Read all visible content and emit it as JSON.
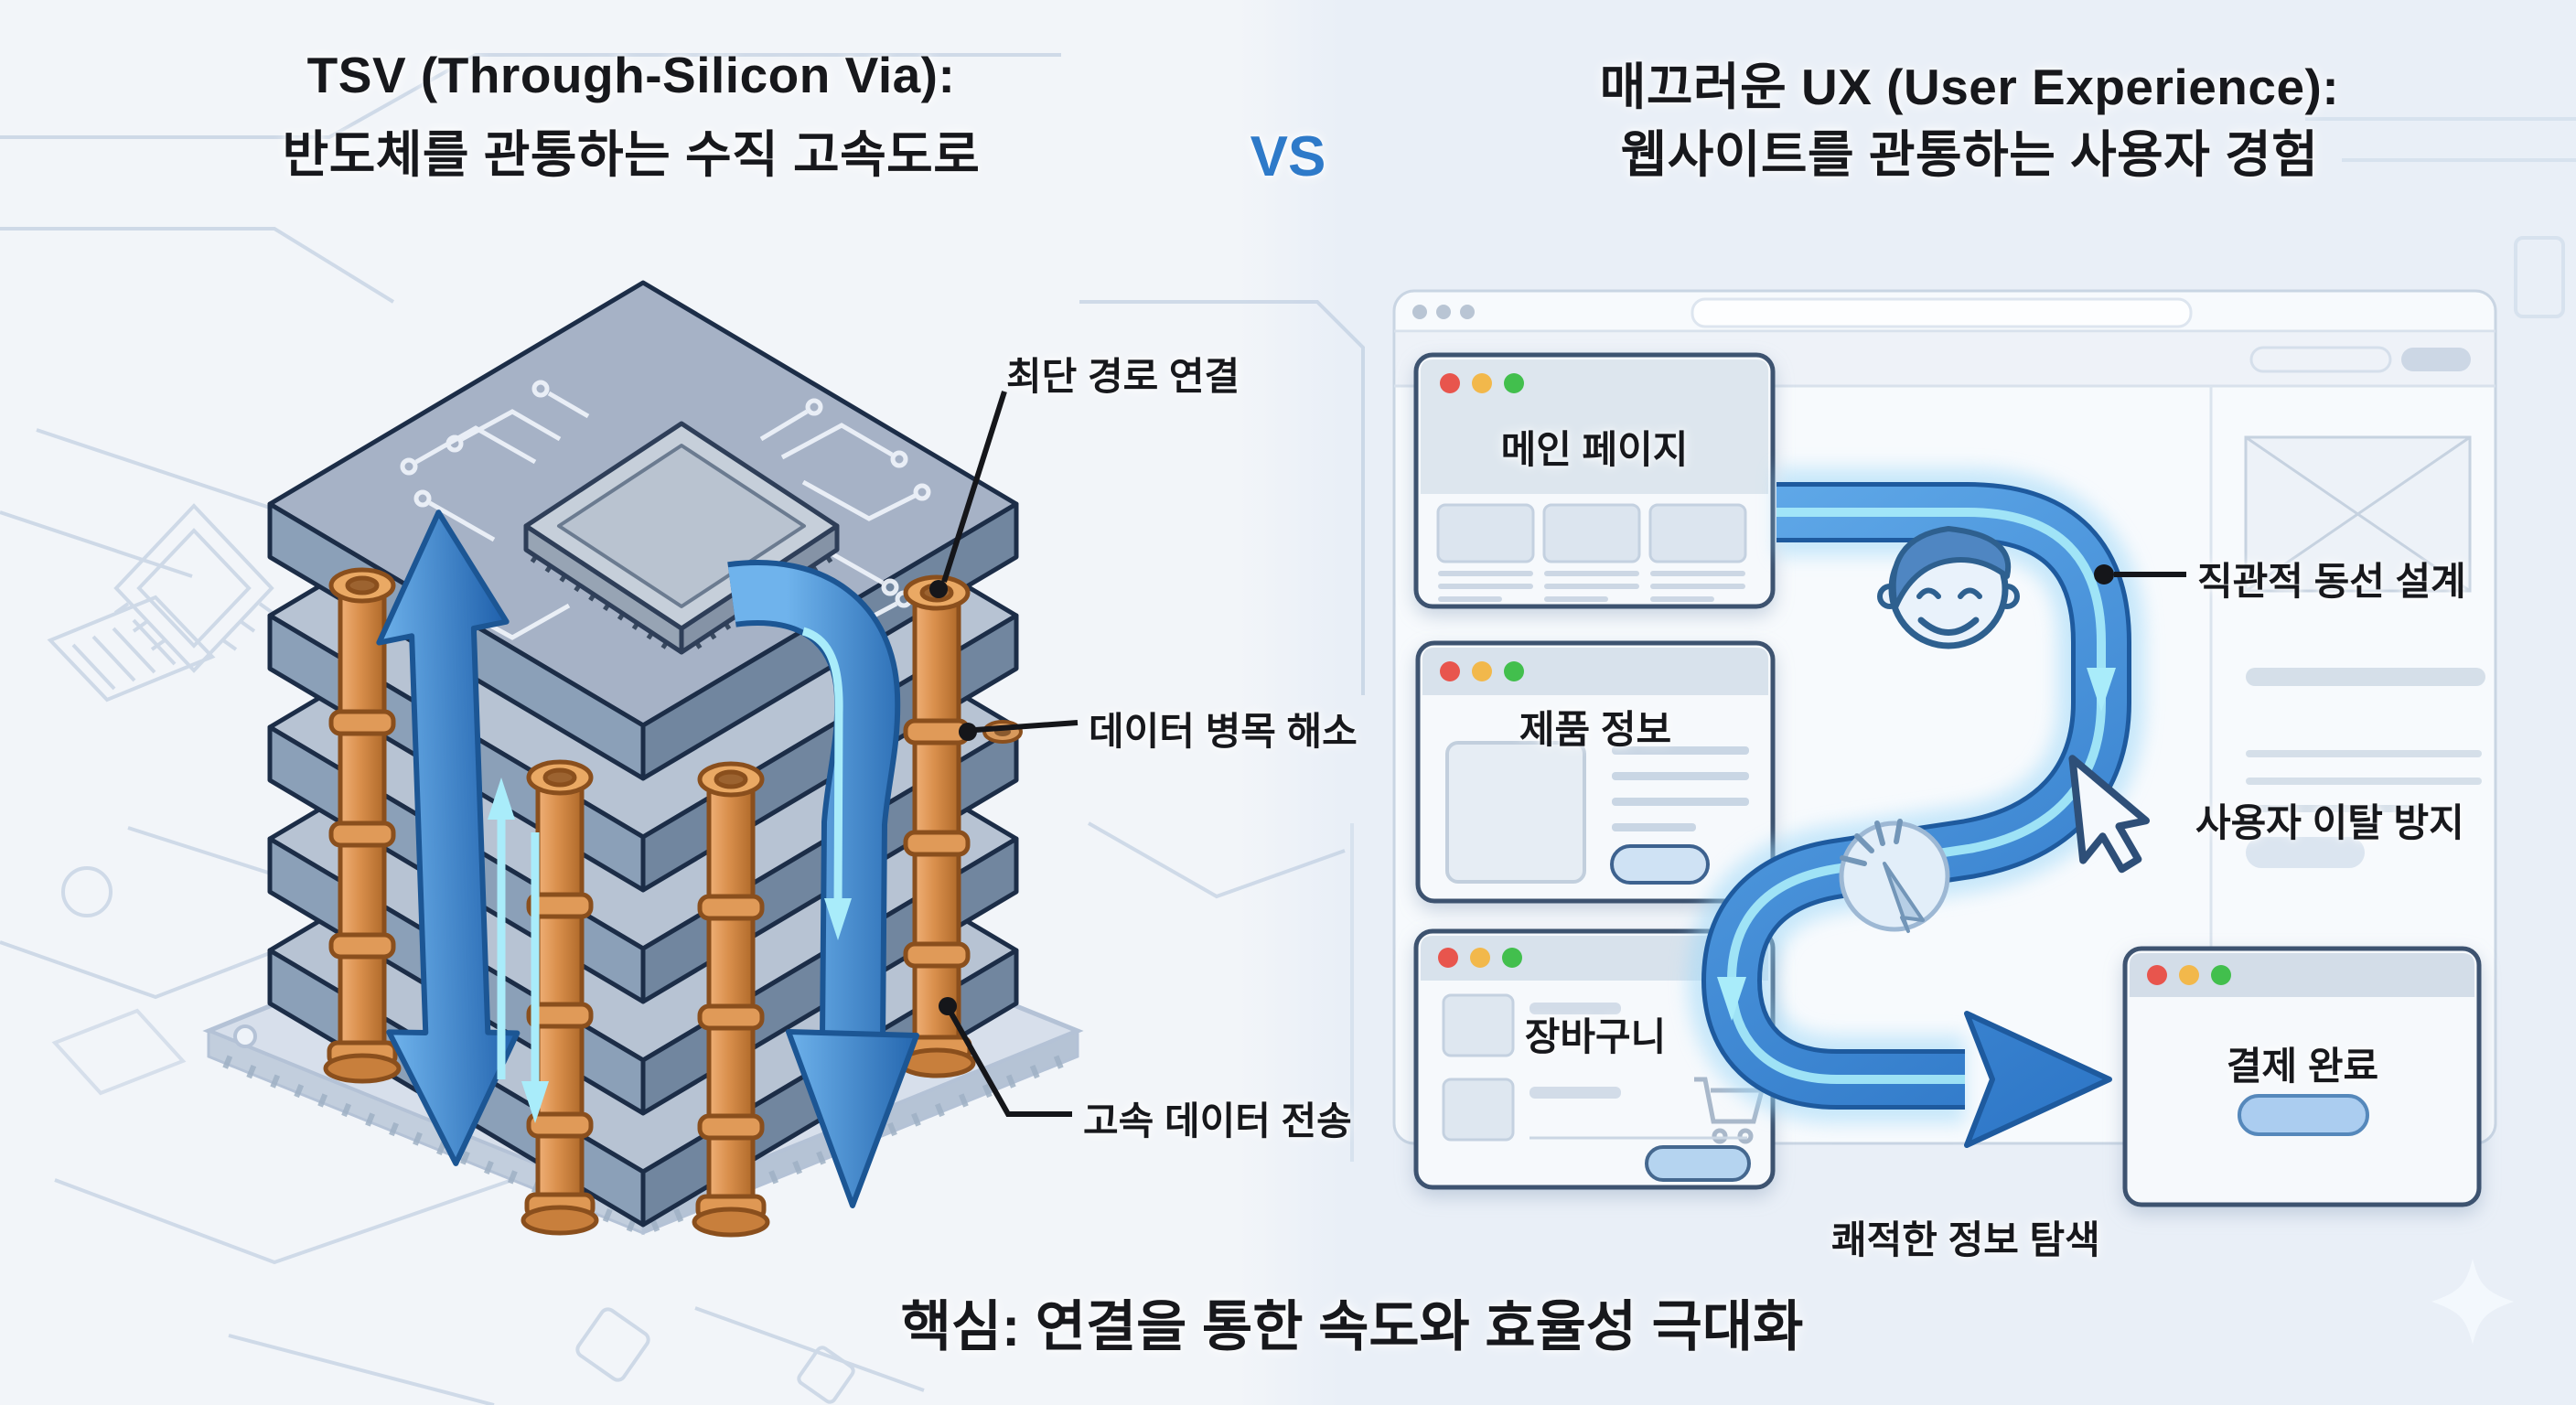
{
  "header": {
    "left_title_line1": "TSV (Through-Silicon Via):",
    "left_title_line2": "반도체를 관통하는 수직 고속도로",
    "vs": "VS",
    "right_title_line1": "매끄러운 UX (User Experience):",
    "right_title_line2": "웹사이트를 관통하는 사용자 경험"
  },
  "left_diagram": {
    "labels": {
      "top": "최단 경로 연결",
      "middle": "데이터 병목 해소",
      "bottom": "고속 데이터 전송"
    },
    "icons": [
      "chip-stack",
      "cpu-chip",
      "tsv-copper-pillars",
      "up-down-arrow",
      "bent-down-arrow",
      "base-board"
    ],
    "colors": {
      "copper": "#cd8445",
      "chip_layer": "#8ca0b6",
      "outline_navy": "#1c2d47",
      "arrow_blue": "#2f78c8",
      "arrow_cyan": "#a9ecfa"
    }
  },
  "right_diagram": {
    "cards": [
      {
        "title": "메인 페이지"
      },
      {
        "title": "제품 정보"
      },
      {
        "title": "장바구니"
      },
      {
        "title": "결제 완료"
      }
    ],
    "labels": {
      "flow": "직관적 동선 설계",
      "churn": "사용자 이탈 방지",
      "browse": "쾌적한 정보 탐색"
    },
    "icons": [
      "browser-window-icon",
      "traffic-lights-icon",
      "smiley-user-icon",
      "click-icon",
      "cursor-icon",
      "cart-icon",
      "s-flow-arrow",
      "sparkle-icon"
    ],
    "colors": {
      "window_border": "#3d5270",
      "accent_blue": "#3e8ad8",
      "button_fill": "#b5d4f0",
      "dot_red": "#e8554d",
      "dot_yellow": "#f2b84b",
      "dot_green": "#43bf4d"
    }
  },
  "footer": {
    "tagline": "핵심: 연결을 통한 속도와 효율성 극대화"
  }
}
